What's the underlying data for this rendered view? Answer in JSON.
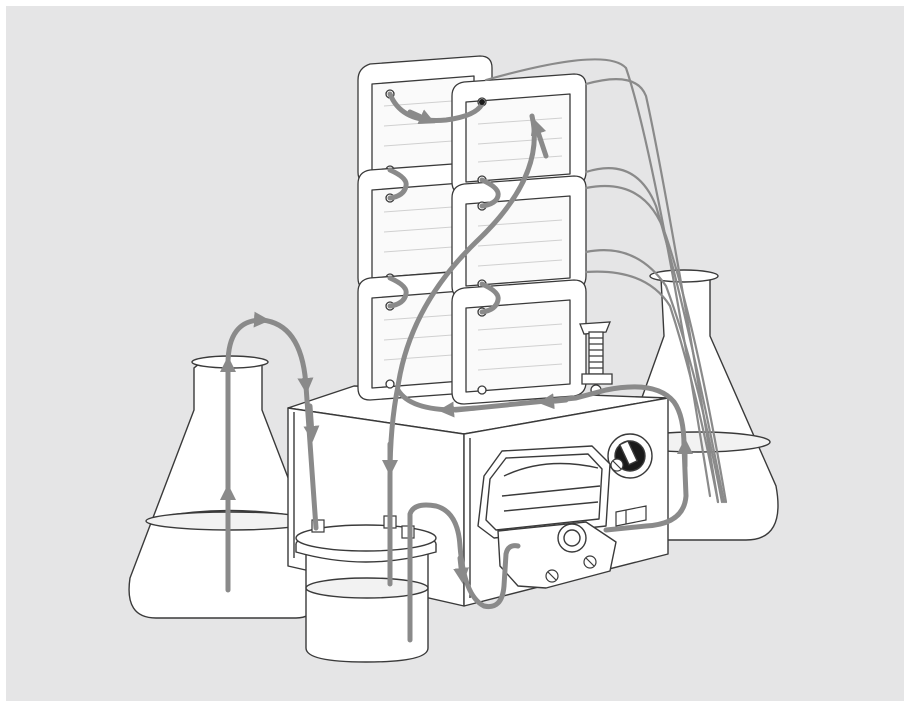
{
  "figure": {
    "background": "#e5e5e6",
    "line_color": "#3a3a3a",
    "tube_color": "#8a8a8a",
    "fill_white": "#ffffff",
    "liquid_color": "#f0f0f0"
  },
  "components": {
    "cassette_count": 6,
    "flask_count": 2,
    "reservoir_count": 1,
    "pump_count": 1
  }
}
